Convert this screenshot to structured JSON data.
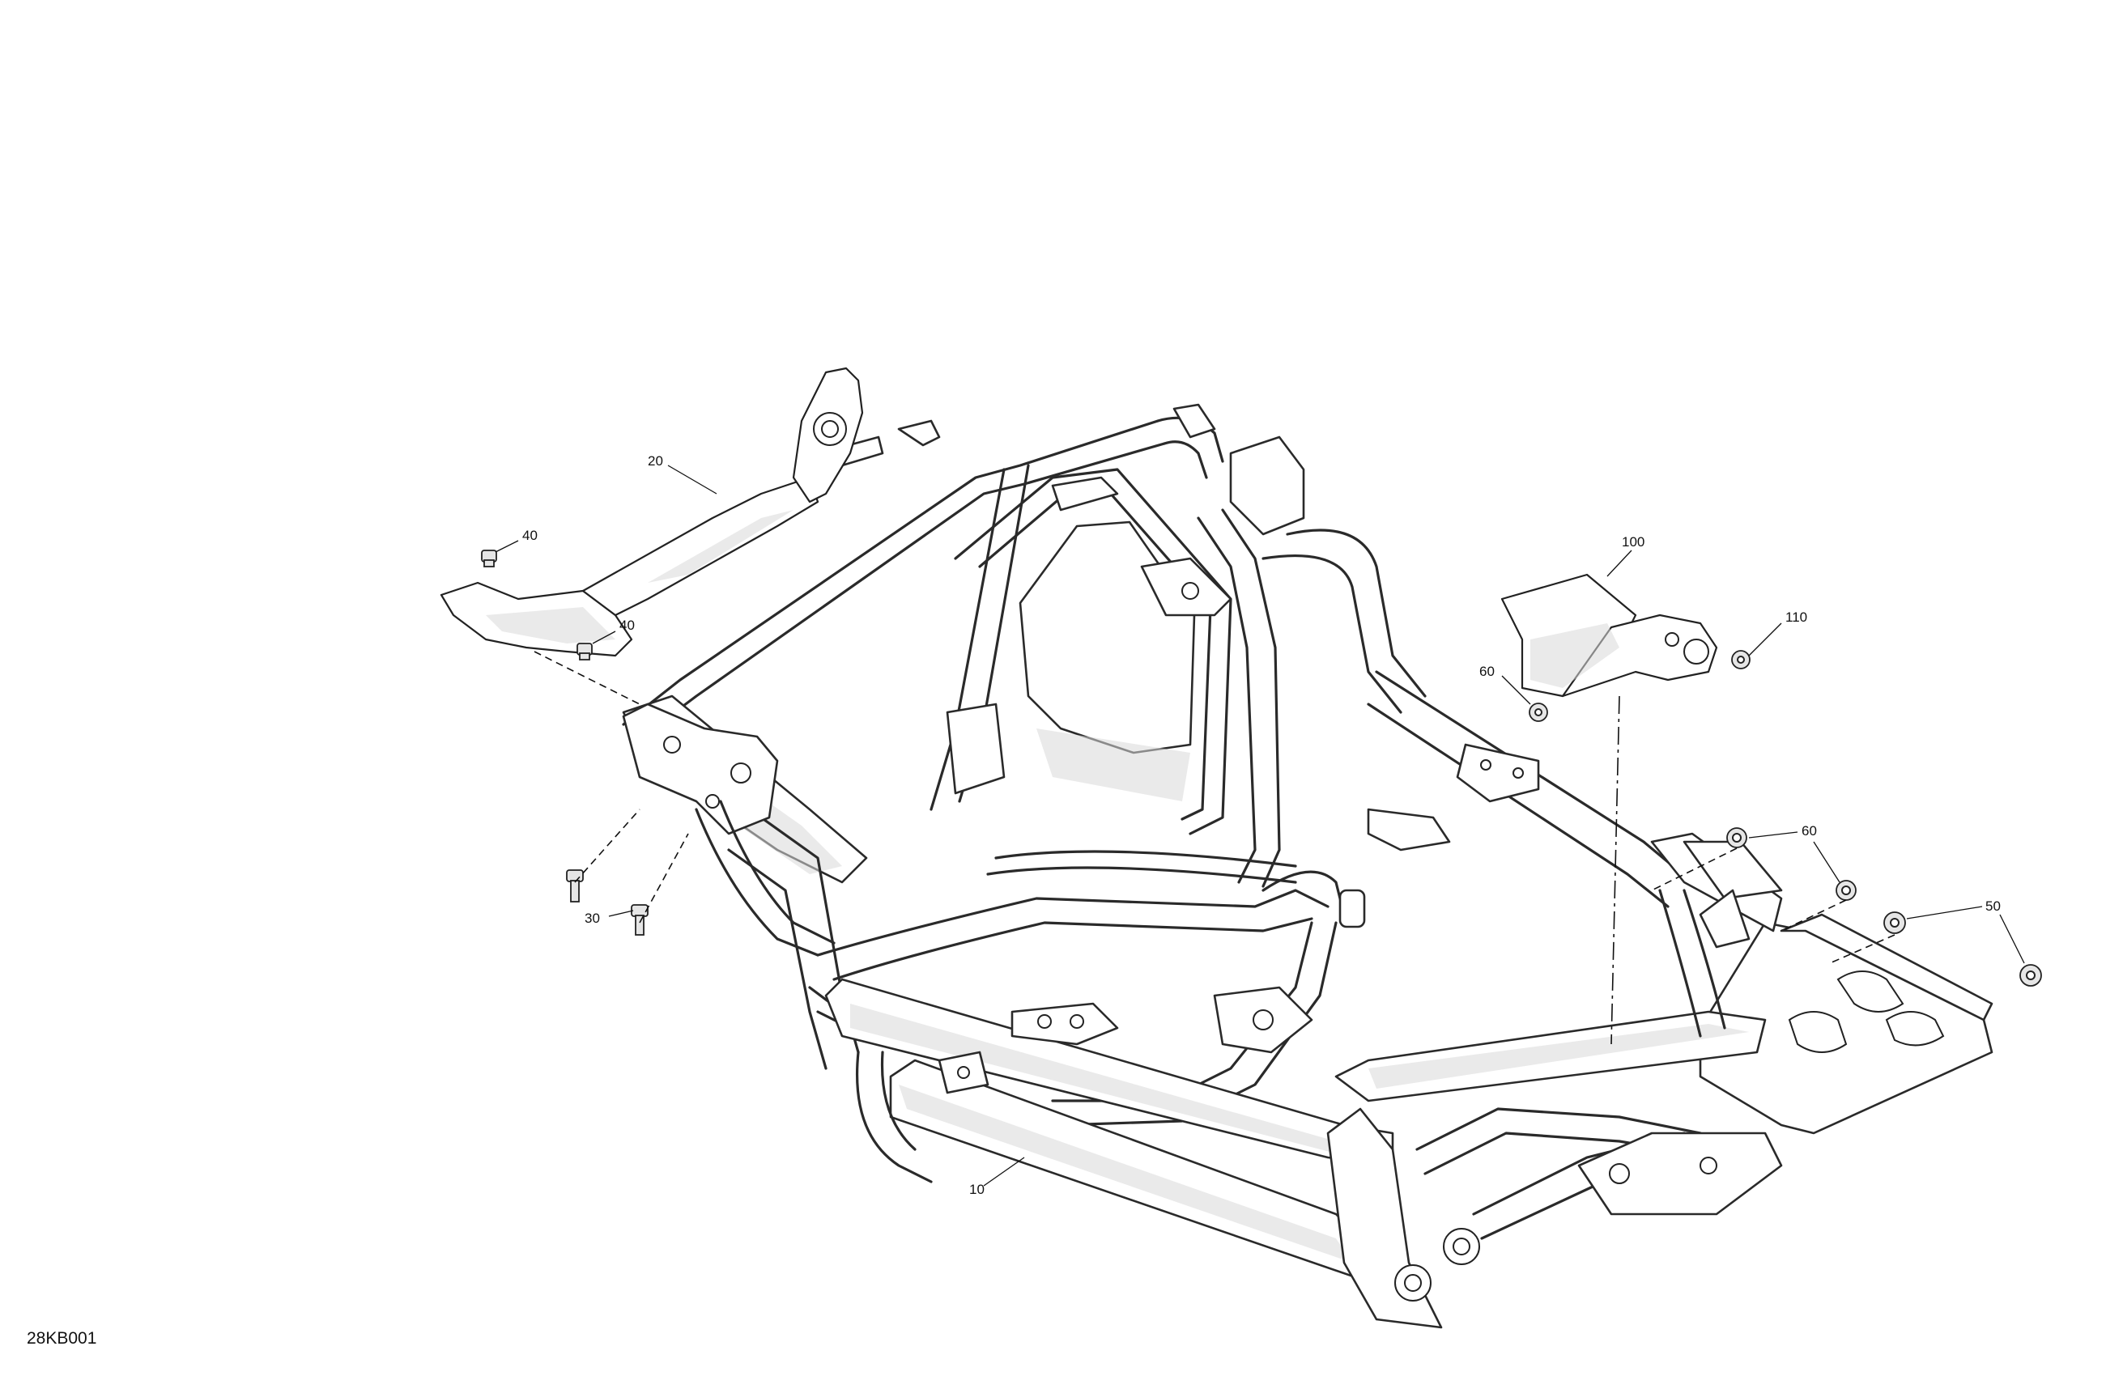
{
  "callouts": [
    {
      "id": "c20",
      "text": "20"
    },
    {
      "id": "c40a",
      "text": "40"
    },
    {
      "id": "c40b",
      "text": "40"
    },
    {
      "id": "c30",
      "text": "30"
    },
    {
      "id": "c100",
      "text": "100"
    },
    {
      "id": "c110",
      "text": "110"
    },
    {
      "id": "c60a",
      "text": "60"
    },
    {
      "id": "c60b",
      "text": "60"
    },
    {
      "id": "c50",
      "text": "50"
    },
    {
      "id": "c10",
      "text": "10"
    }
  ],
  "reference_code": "28KB001"
}
